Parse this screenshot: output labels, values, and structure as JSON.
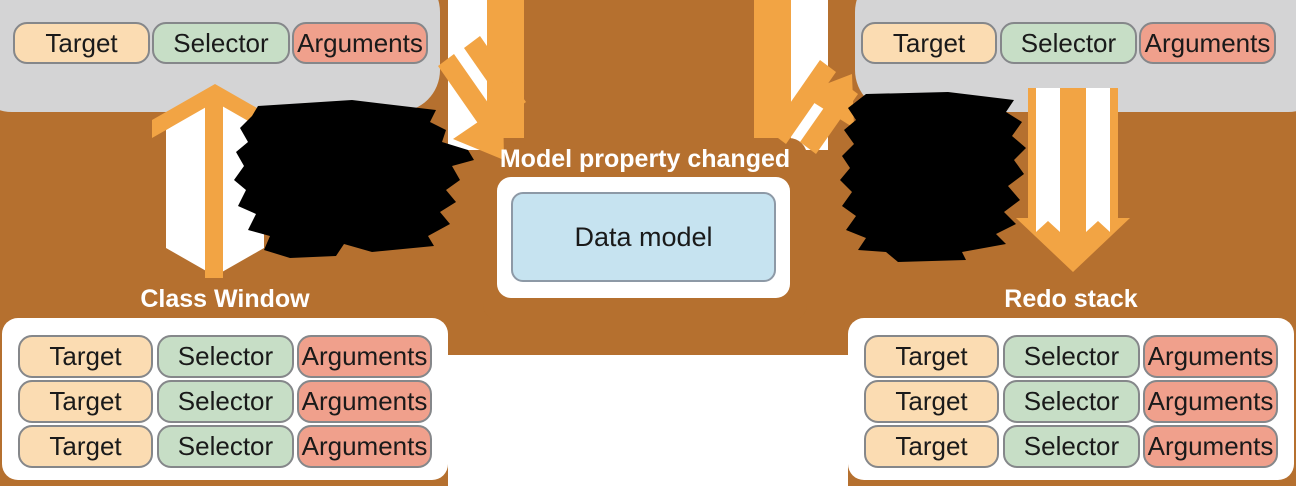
{
  "colors": {
    "background_brown": "#b5702f",
    "panel_gray": "#d4d4d5",
    "pill_target": "#fbdcb2",
    "pill_selector": "#c7dec6",
    "pill_arguments": "#f0a08c",
    "arrow_orange": "#f2a444",
    "data_model_blue": "#c6e3f0",
    "title_text": "#ffffff",
    "redaction_black": "#000000"
  },
  "top_left_invocation": {
    "pills": [
      "Target",
      "Selector",
      "Arguments"
    ]
  },
  "top_right_invocation": {
    "pills": [
      "Target",
      "Selector",
      "Arguments"
    ]
  },
  "center": {
    "heading": "Model property changed",
    "data_model_label": "Data model"
  },
  "undo_stack": {
    "title": "Class Window",
    "rows": [
      [
        "Target",
        "Selector",
        "Arguments"
      ],
      [
        "Target",
        "Selector",
        "Arguments"
      ],
      [
        "Target",
        "Selector",
        "Arguments"
      ]
    ]
  },
  "redo_stack": {
    "title": "Redo stack",
    "rows": [
      [
        "Target",
        "Selector",
        "Arguments"
      ],
      [
        "Target",
        "Selector",
        "Arguments"
      ],
      [
        "Target",
        "Selector",
        "Arguments"
      ]
    ]
  },
  "icons": {
    "left_banner_arrow": "up-arrow",
    "right_banner_arrow": "down-arrow",
    "left_diagonal_arrow": "down-right-arrow",
    "right_diagonal_arrow": "up-right-arrow",
    "left_redaction": "blacked-out-text",
    "right_redaction": "blacked-out-text"
  }
}
